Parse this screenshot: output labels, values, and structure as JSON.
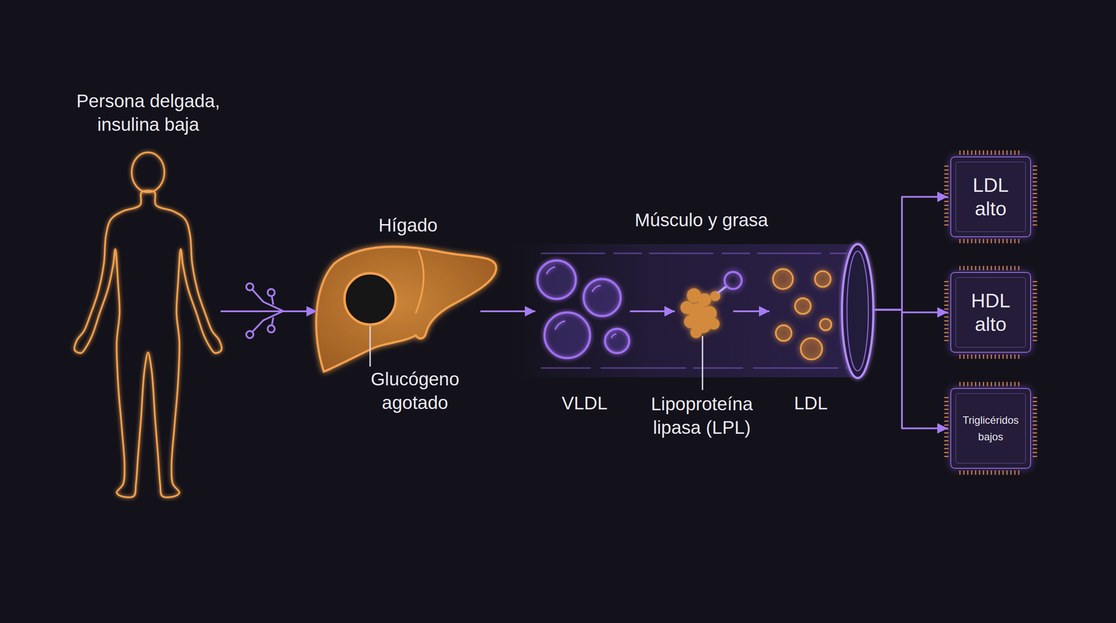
{
  "diagram": {
    "nodes": [
      {
        "text": [
          "Persona delgada, insulina baja"
        ]
      },
      {
        "text": [
          "Hígado"
        ]
      },
      {
        "text": [
          "Músculo y grasa"
        ]
      },
      {
        "text": [
          "VLDL"
        ],
        "in": 2
      },
      {
        "text": [
          "Lipoproteína lipasa (LPL)"
        ],
        "in": 2
      },
      {
        "text": [
          "LDL"
        ],
        "in": 2
      },
      {
        "text": [
          "LDL alto"
        ]
      },
      {
        "text": [
          "HDL alto"
        ]
      },
      {
        "text": [
          "Triglicéridos bajos"
        ]
      }
    ],
    "edges": [
      {
        "from": 0,
        "to": 1,
        "arrow": "to"
      },
      {
        "from": 1,
        "to": 3,
        "arrow": "to"
      },
      {
        "from": 3,
        "to": 4,
        "arrow": "to"
      },
      {
        "from": 4,
        "to": 5,
        "arrow": "to"
      },
      {
        "from": 2,
        "to": 6,
        "arrow": "to"
      },
      {
        "from": 2,
        "to": 7,
        "arrow": "to"
      },
      {
        "from": 2,
        "to": 8,
        "arrow": "to"
      }
    ],
    "labels": [
      "Glucógeno agotado"
    ]
  }
}
